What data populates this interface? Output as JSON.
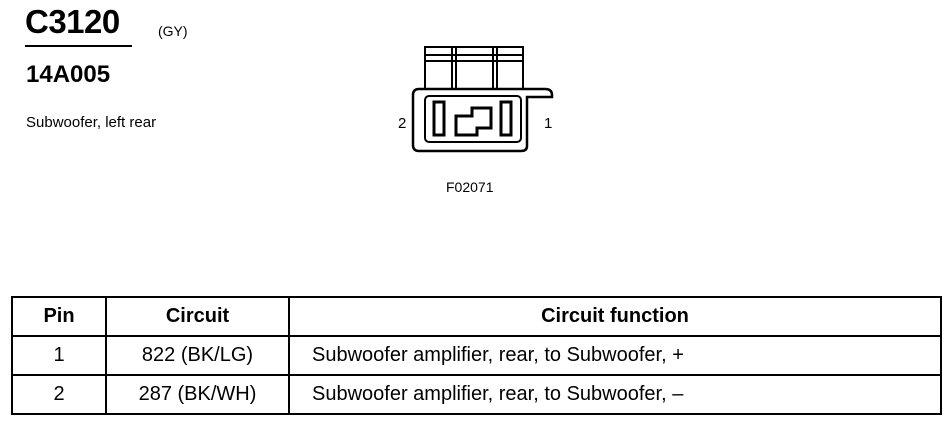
{
  "header": {
    "connector_id": "C3120",
    "color_code": "(GY)",
    "part_number": "14A005",
    "description": "Subwoofer, left rear"
  },
  "diagram": {
    "pin_left_label": "2",
    "pin_right_label": "1",
    "figure_code": "F02071"
  },
  "pinout": {
    "headers": [
      "Pin",
      "Circuit",
      "Circuit function"
    ],
    "rows": [
      {
        "pin": "1",
        "circuit": "822 (BK/LG)",
        "function": "Subwoofer amplifier, rear, to Subwoofer, +"
      },
      {
        "pin": "2",
        "circuit": "287 (BK/WH)",
        "function": "Subwoofer amplifier, rear, to Subwoofer, –"
      }
    ]
  }
}
